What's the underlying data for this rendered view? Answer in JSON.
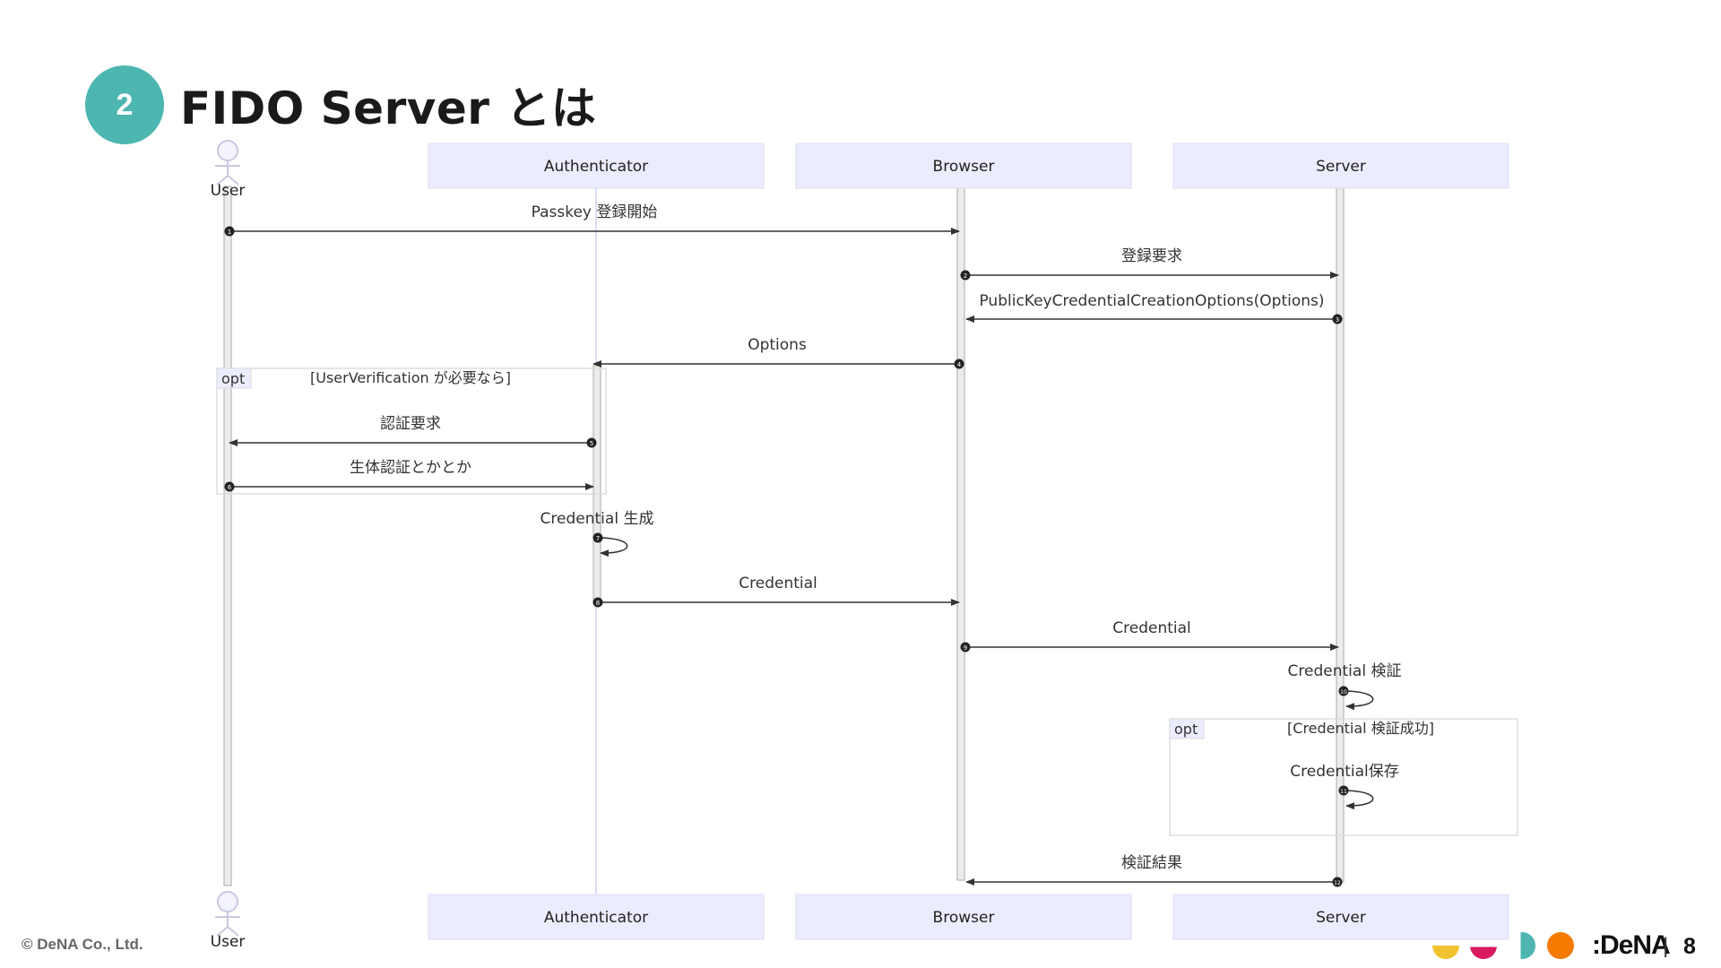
{
  "header": {
    "section_number": "2",
    "title": "FIDO Server とは"
  },
  "diagram": {
    "participants": [
      {
        "id": "user",
        "name": "User",
        "kind": "actor"
      },
      {
        "id": "auth",
        "name": "Authenticator",
        "kind": "box"
      },
      {
        "id": "browser",
        "name": "Browser",
        "kind": "box"
      },
      {
        "id": "server",
        "name": "Server",
        "kind": "box"
      }
    ],
    "messages": [
      {
        "num": 1,
        "from": "user",
        "to": "browser",
        "text": "Passkey 登録開始"
      },
      {
        "num": 2,
        "from": "browser",
        "to": "server",
        "text": "登録要求"
      },
      {
        "num": 3,
        "from": "server",
        "to": "browser",
        "text": "PublicKeyCredentialCreationOptions(Options)"
      },
      {
        "num": 4,
        "from": "browser",
        "to": "auth",
        "text": "Options"
      },
      {
        "num": 5,
        "from": "auth",
        "to": "user",
        "text": "認証要求"
      },
      {
        "num": 6,
        "from": "user",
        "to": "auth",
        "text": "生体認証とかとか"
      },
      {
        "num": 7,
        "from": "auth",
        "to": "auth",
        "text": "Credential 生成"
      },
      {
        "num": 8,
        "from": "auth",
        "to": "browser",
        "text": "Credential"
      },
      {
        "num": 9,
        "from": "browser",
        "to": "server",
        "text": "Credential"
      },
      {
        "num": 10,
        "from": "server",
        "to": "server",
        "text": "Credential 検証"
      },
      {
        "num": 11,
        "from": "server",
        "to": "server",
        "text": "Credential保存"
      },
      {
        "num": 12,
        "from": "server",
        "to": "browser",
        "text": "検証結果"
      }
    ],
    "opt_blocks": [
      {
        "keyword": "opt",
        "condition": "[UserVerification が必要なら]"
      },
      {
        "keyword": "opt",
        "condition": "[Credential 検証成功]"
      }
    ]
  },
  "footer": {
    "copyright": "© DeNA Co., Ltd.",
    "logo": ":DeNA",
    "separator": "|",
    "page_number": "8",
    "dot_colors": [
      "#f2c230",
      "#d81b60",
      "#4db6b0",
      "#f57c00"
    ]
  }
}
